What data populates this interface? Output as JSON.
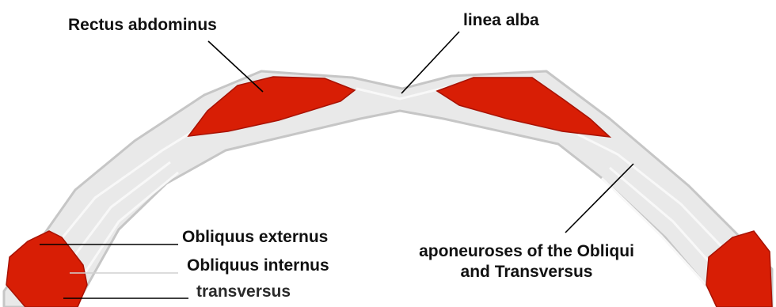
{
  "labels": {
    "rectus": "Rectus abdominus",
    "linea": "linea alba",
    "externus": "Obliquus externus",
    "internus": "Obliquus internus",
    "transversus": "transversus",
    "aponeuroses_line1": "aponeuroses of the Obliqui",
    "aponeuroses_line2": "and Transversus"
  },
  "colors": {
    "muscle": "#d81e05",
    "muscle_dark": "#a81203",
    "aponeurosis": "#e9e9e9",
    "aponeurosis_edge": "#c6c6c6",
    "fiber": "#f8f8f8",
    "leader_line": "#000000"
  }
}
